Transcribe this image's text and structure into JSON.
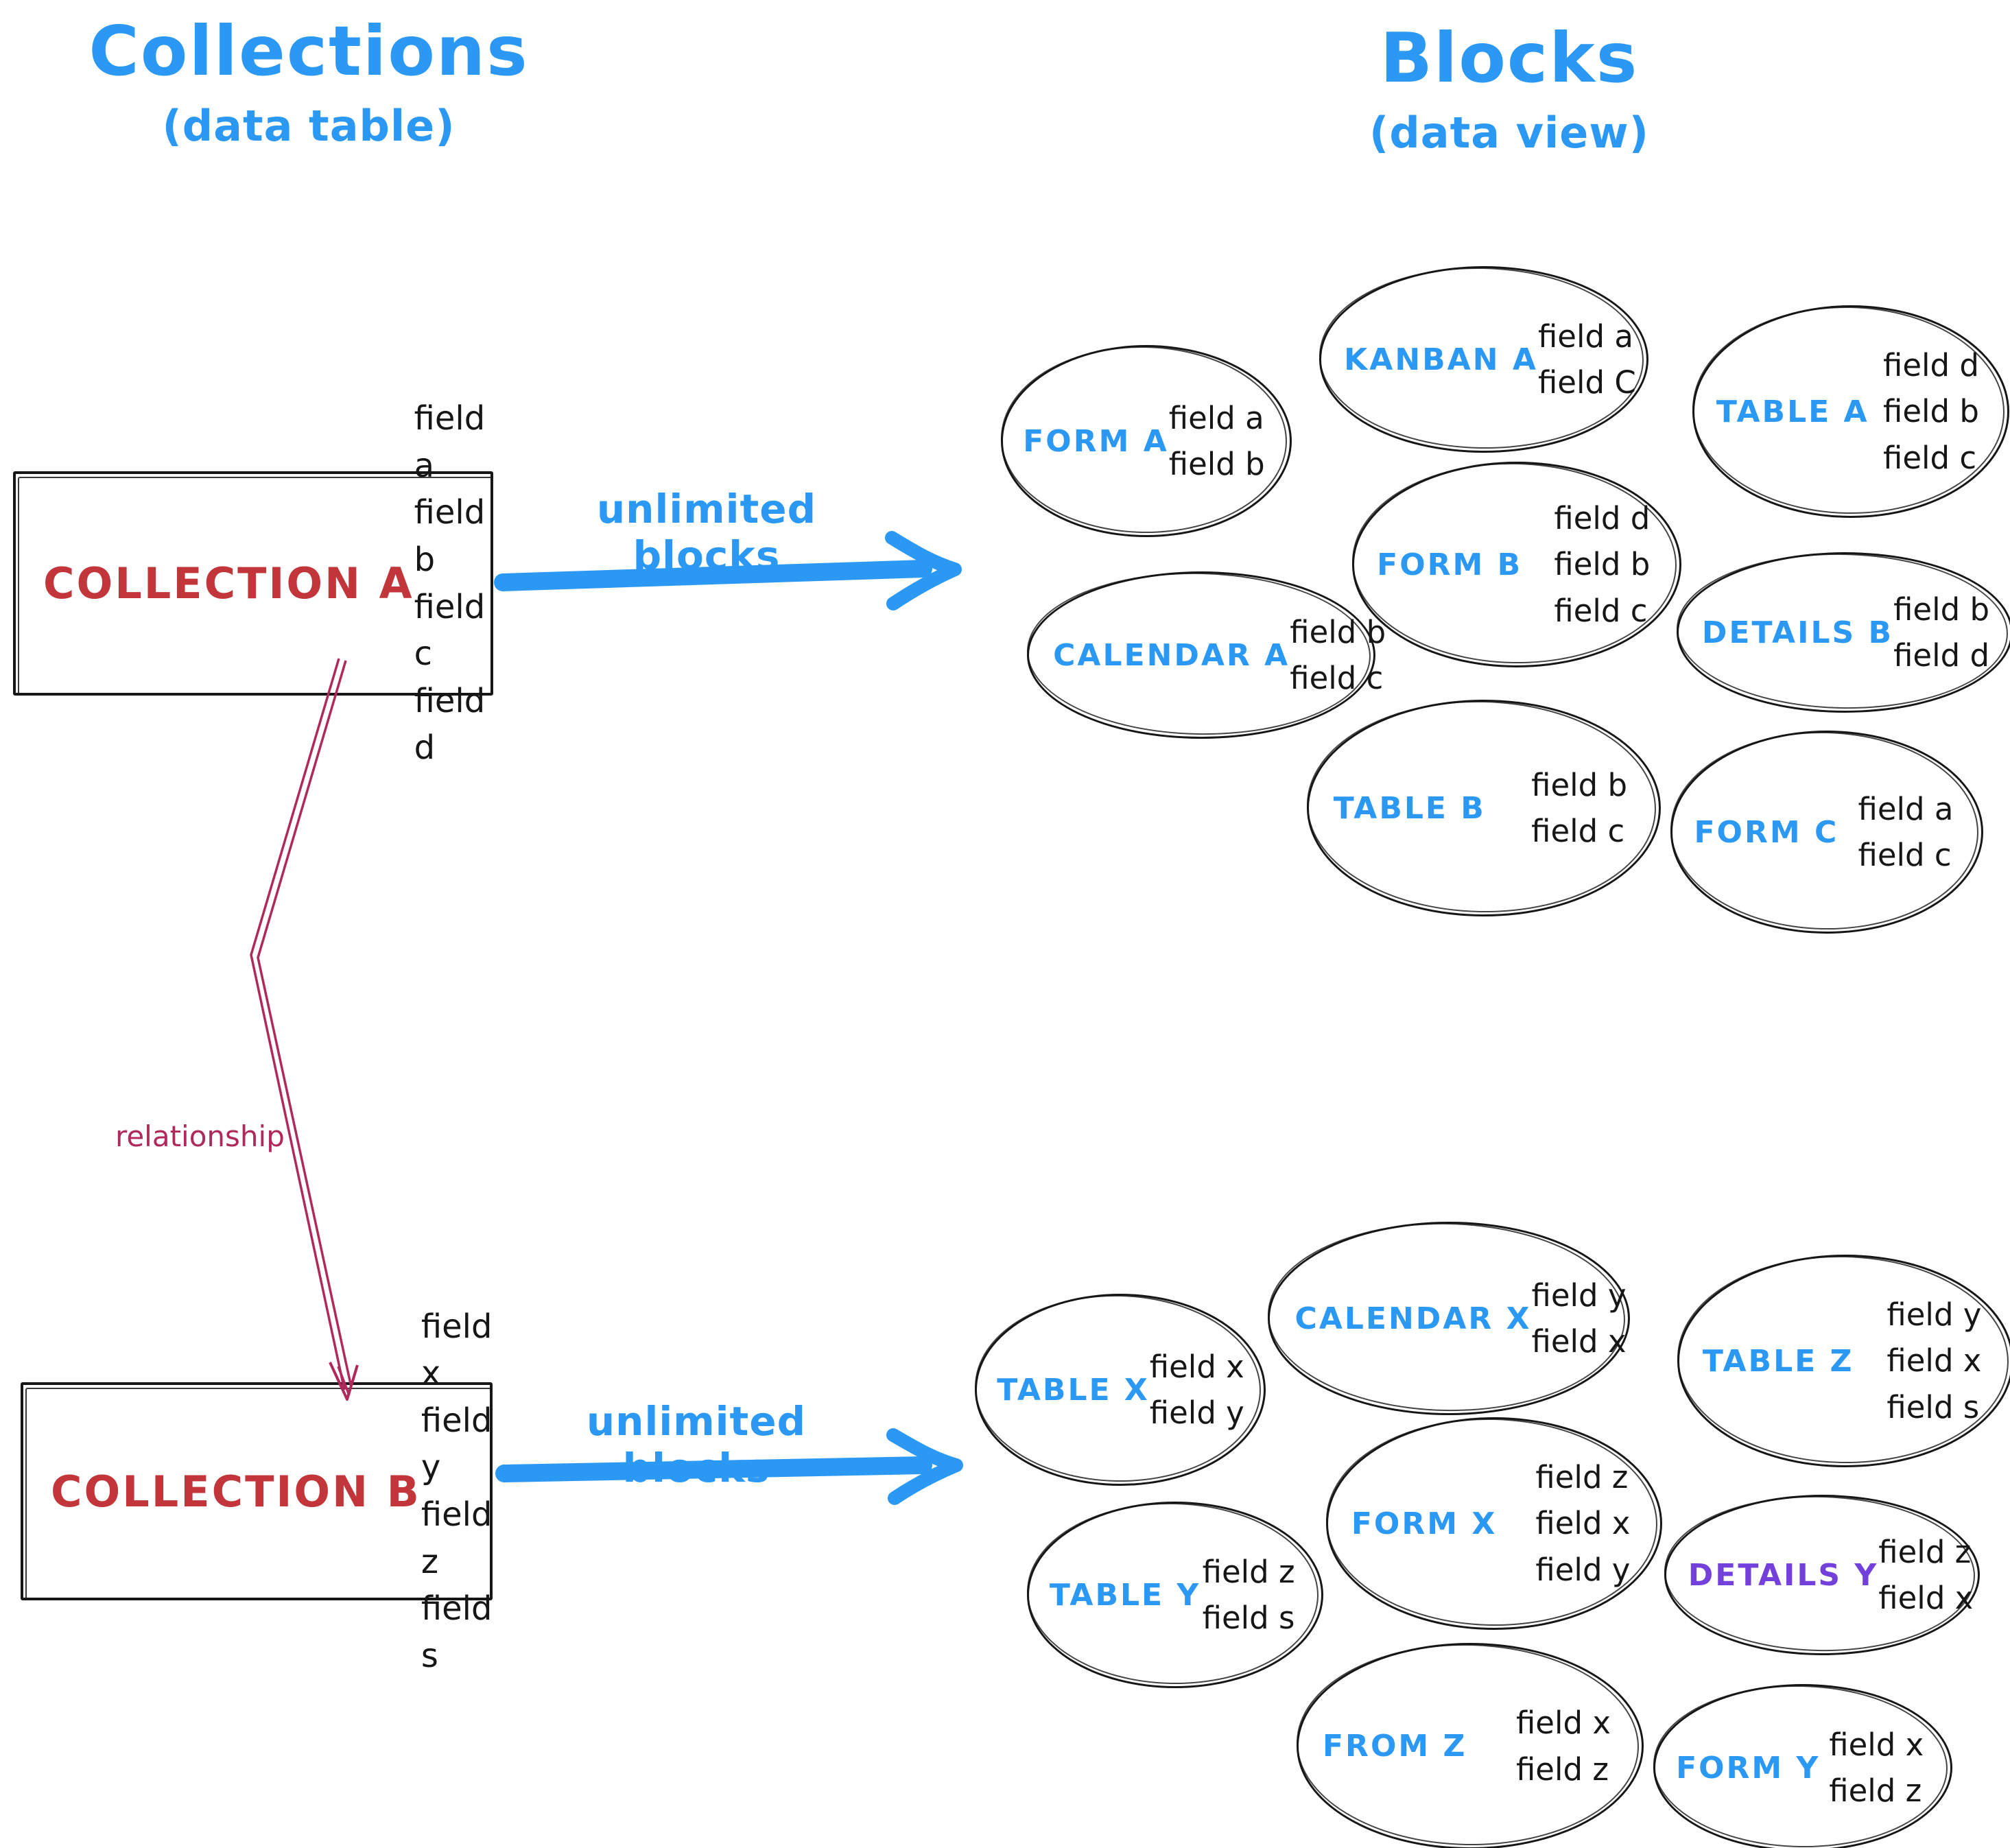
{
  "palette": {
    "blue": "#2B99F4",
    "red": "#C2363B",
    "crimson": "#AF2A5B",
    "purple": "#7440DB",
    "ink": "#161616"
  },
  "left_column": {
    "title": "Collections",
    "subtitle": "(data table)"
  },
  "right_column": {
    "title": "Blocks",
    "subtitle": "(data view)"
  },
  "collections": [
    {
      "name": "COLLECTION A",
      "fields": [
        "field a",
        "field b",
        "field c",
        "field d"
      ]
    },
    {
      "name": "COLLECTION B",
      "fields": [
        "field x",
        "field y",
        "field z",
        "field s"
      ]
    }
  ],
  "arrows": {
    "top": "unlimited blocks",
    "bottom": "unlimited blocks",
    "relationship": "relationship"
  },
  "blocks_a": [
    {
      "label": "FORM A",
      "fields": [
        "field a",
        "field b"
      ]
    },
    {
      "label": "KANBAN A",
      "fields": [
        "field a",
        "field C"
      ]
    },
    {
      "label": "TABLE A",
      "fields": [
        "field d",
        "field b",
        "field c"
      ]
    },
    {
      "label": "FORM B",
      "fields": [
        "field d",
        "field b",
        "field c"
      ]
    },
    {
      "label": "CALENDAR A",
      "fields": [
        "field b",
        "field c"
      ]
    },
    {
      "label": "DETAILS B",
      "fields": [
        "field b",
        "field d"
      ]
    },
    {
      "label": "TABLE B",
      "fields": [
        "field b",
        "field c"
      ]
    },
    {
      "label": "FORM C",
      "fields": [
        "field a",
        "field c"
      ]
    }
  ],
  "blocks_b": [
    {
      "label": "TABLE X",
      "fields": [
        "field x",
        "field y"
      ]
    },
    {
      "label": "CALENDAR X",
      "fields": [
        "field y",
        "field x"
      ]
    },
    {
      "label": "TABLE Z",
      "fields": [
        "field y",
        "field x",
        "field s"
      ]
    },
    {
      "label": "FORM X",
      "fields": [
        "field z",
        "field x",
        "field y"
      ]
    },
    {
      "label": "TABLE Y",
      "fields": [
        "field z",
        "field s"
      ]
    },
    {
      "label": "DETAILS Y",
      "fields": [
        "field z",
        "field x"
      ]
    },
    {
      "label": "FROM Z",
      "fields": [
        "field x",
        "field z"
      ]
    },
    {
      "label": "FORM Y",
      "fields": [
        "field x",
        "field z"
      ]
    }
  ]
}
